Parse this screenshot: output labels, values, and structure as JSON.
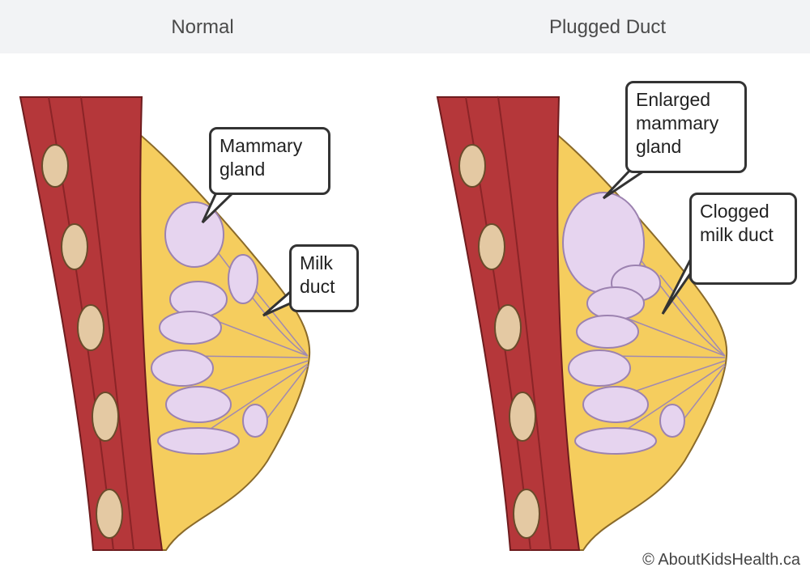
{
  "panels": [
    {
      "title": "Normal",
      "labels": [
        "Mammary gland",
        "Milk duct"
      ]
    },
    {
      "title": "Plugged Duct",
      "labels": [
        "Enlarged mammary gland",
        "Clogged milk duct"
      ]
    }
  ],
  "copyright": "© AboutKidsHealth.ca",
  "colors": {
    "header": "#f2f3f5",
    "muscle": "#b5373a",
    "fat": "#f5cd5e",
    "gland": "#e6d4ef",
    "rib": "#e4c9a3"
  }
}
